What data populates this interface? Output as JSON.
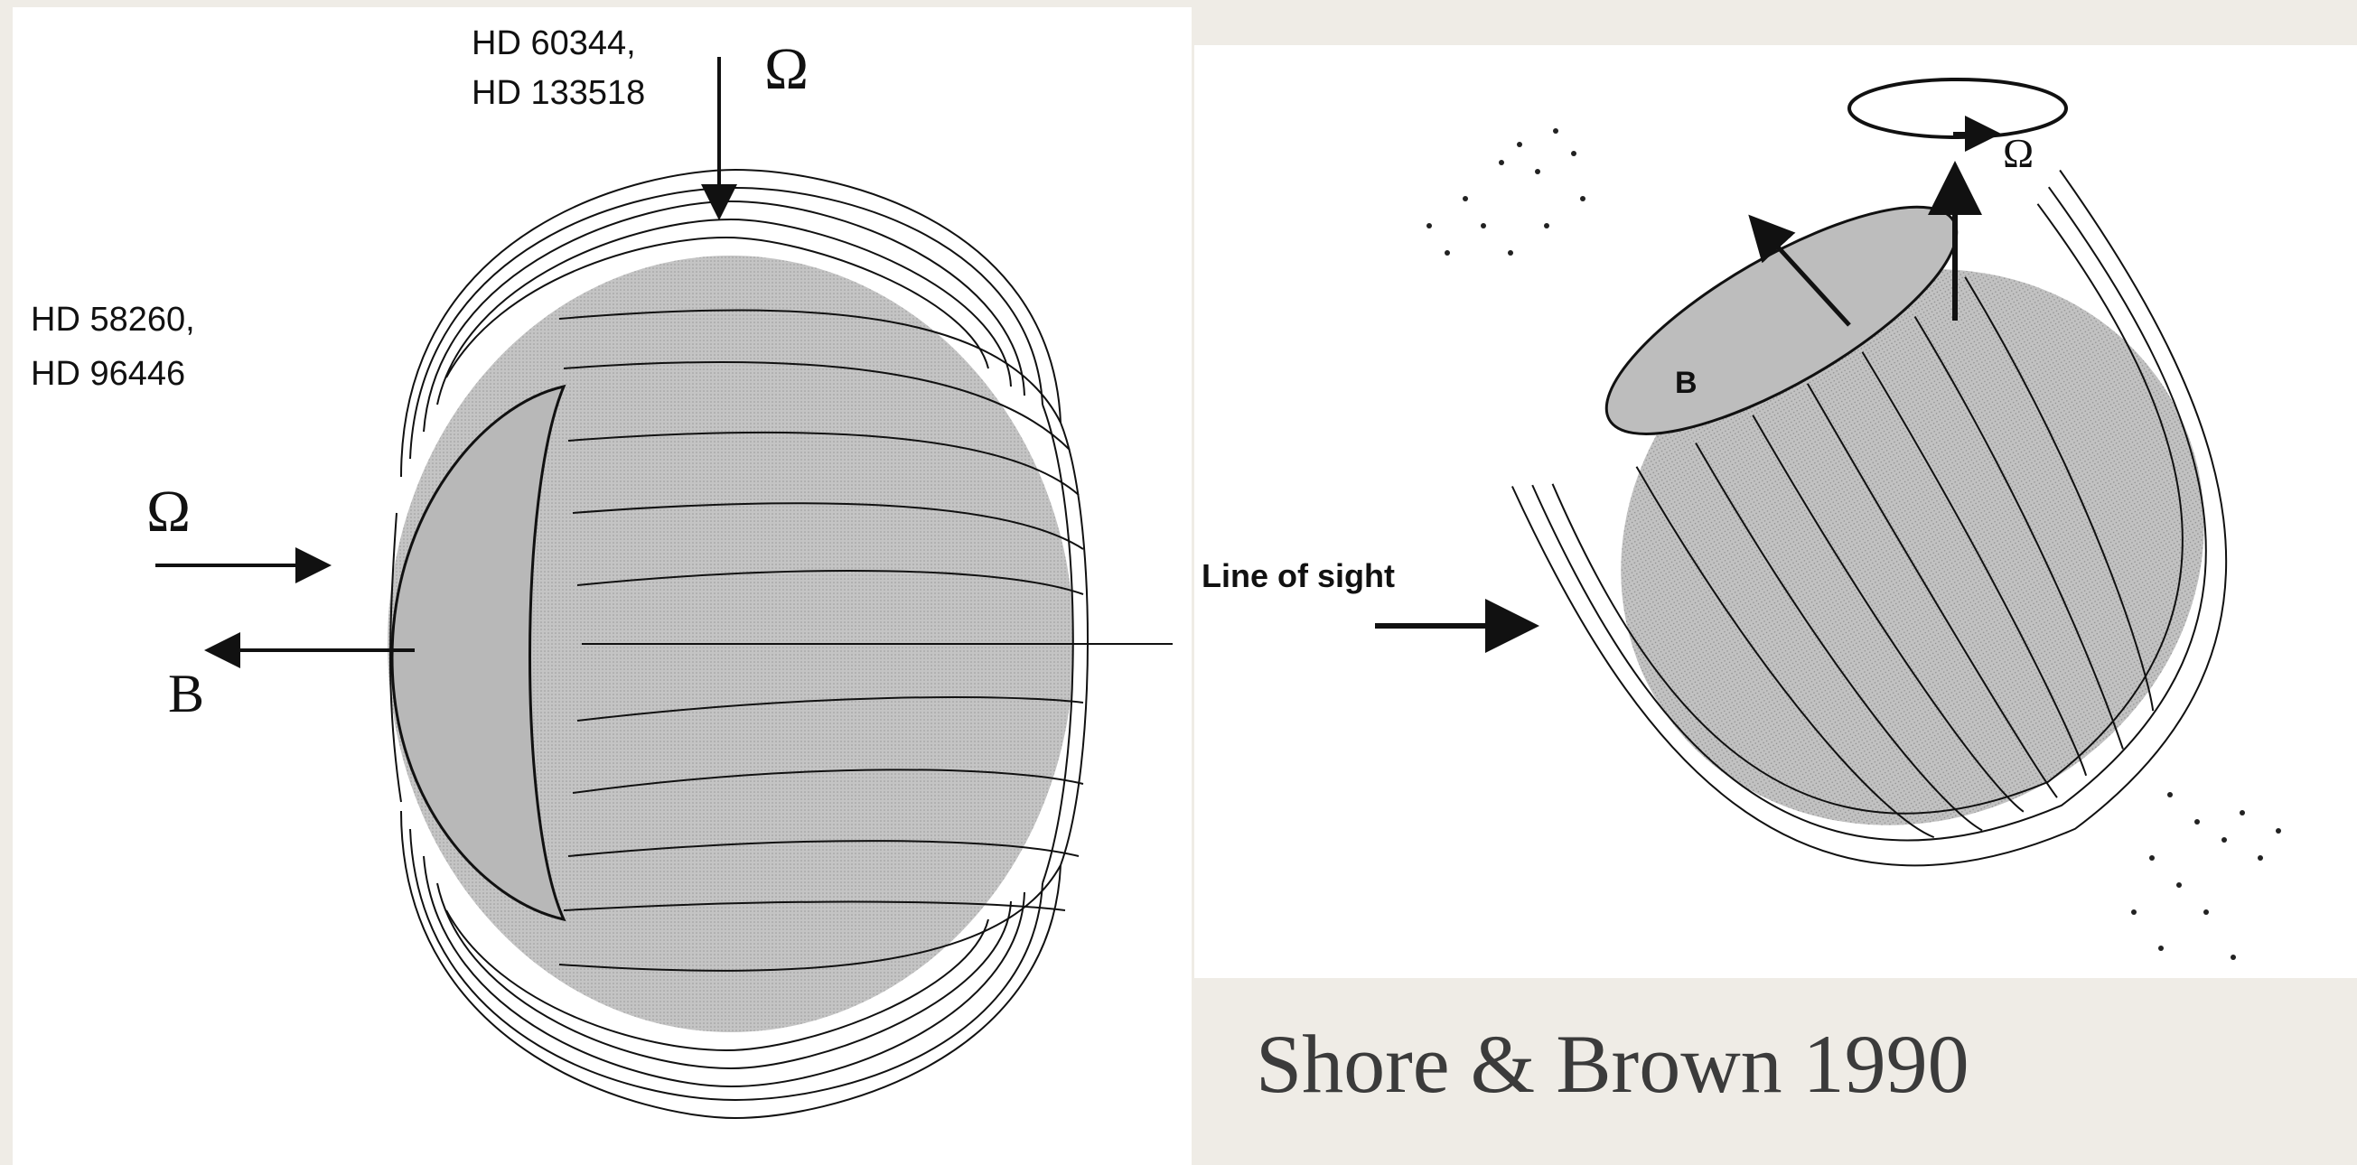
{
  "left_figure": {
    "top_stars_line1": "HD 60344,",
    "top_stars_line2": "HD 133518",
    "left_stars_line1": "HD 58260,",
    "left_stars_line2": "HD 96446",
    "omega_symbol": "Ω",
    "b_symbol": "B"
  },
  "right_figure": {
    "omega_symbol": "Ω",
    "b_symbol": "B",
    "line_of_sight_label": "Line of sight"
  },
  "caption": "Shore & Brown 1990",
  "colors": {
    "background": "#efece6",
    "panel": "#ffffff",
    "star_fill": "#bdbdbd",
    "line": "#111111",
    "caption_text": "#3b3b3b"
  }
}
